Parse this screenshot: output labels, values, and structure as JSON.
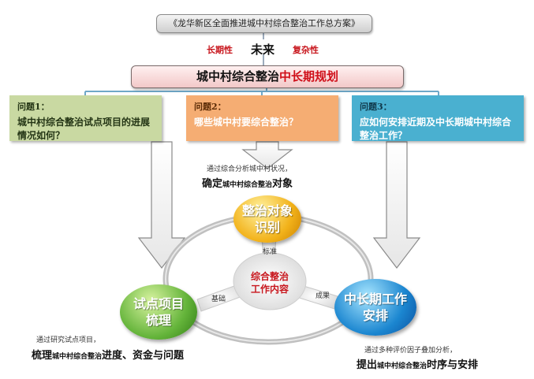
{
  "top_doc": "《龙华新区全面推进城中村综合整治工作总方案》",
  "future": "未来",
  "long_term": "长期性",
  "complexity": "复杂性",
  "main_plan": {
    "black": "城中村综合整治",
    "red": "中长期规划"
  },
  "questions": [
    {
      "title": "问题1：",
      "body": "城中村综合整治试点项目的进展情况如何？"
    },
    {
      "title": "问题2：",
      "body": "哪些城中村要综合整治？"
    },
    {
      "title": "问题3：",
      "body": "应如何安排近期及中长期城中村综合整治工作？"
    }
  ],
  "top_note": {
    "small": "通过综合分析城中村状况，",
    "pre": "确定",
    "mid": "城中村综合整治",
    "post": "对象"
  },
  "left_note": {
    "small": "通过研究试点项目，",
    "pre": "梳理",
    "mid": "城中村综合整治",
    "post": "进度、资金与问题"
  },
  "right_note": {
    "small": "通过多种评价因子叠加分析，",
    "pre": "提出",
    "mid": "城中村综合整治",
    "post": "时序与安排"
  },
  "circles": {
    "top": [
      "整治对象",
      "识别"
    ],
    "left": [
      "试点项目",
      "梳理"
    ],
    "right": [
      "中长期工作",
      "安排"
    ]
  },
  "center": [
    "综合整治",
    "工作内容"
  ],
  "connectors": {
    "standard": "标准",
    "basis": "基础",
    "result": "成果"
  },
  "colors": {
    "q1": "#c9d9a2",
    "q2": "#f5ad73",
    "q3": "#4ab0d0",
    "accent_red": "#c8161d",
    "circle_top": "#f2b21a",
    "circle_left": "#64b43a",
    "circle_right": "#1b86d0"
  }
}
